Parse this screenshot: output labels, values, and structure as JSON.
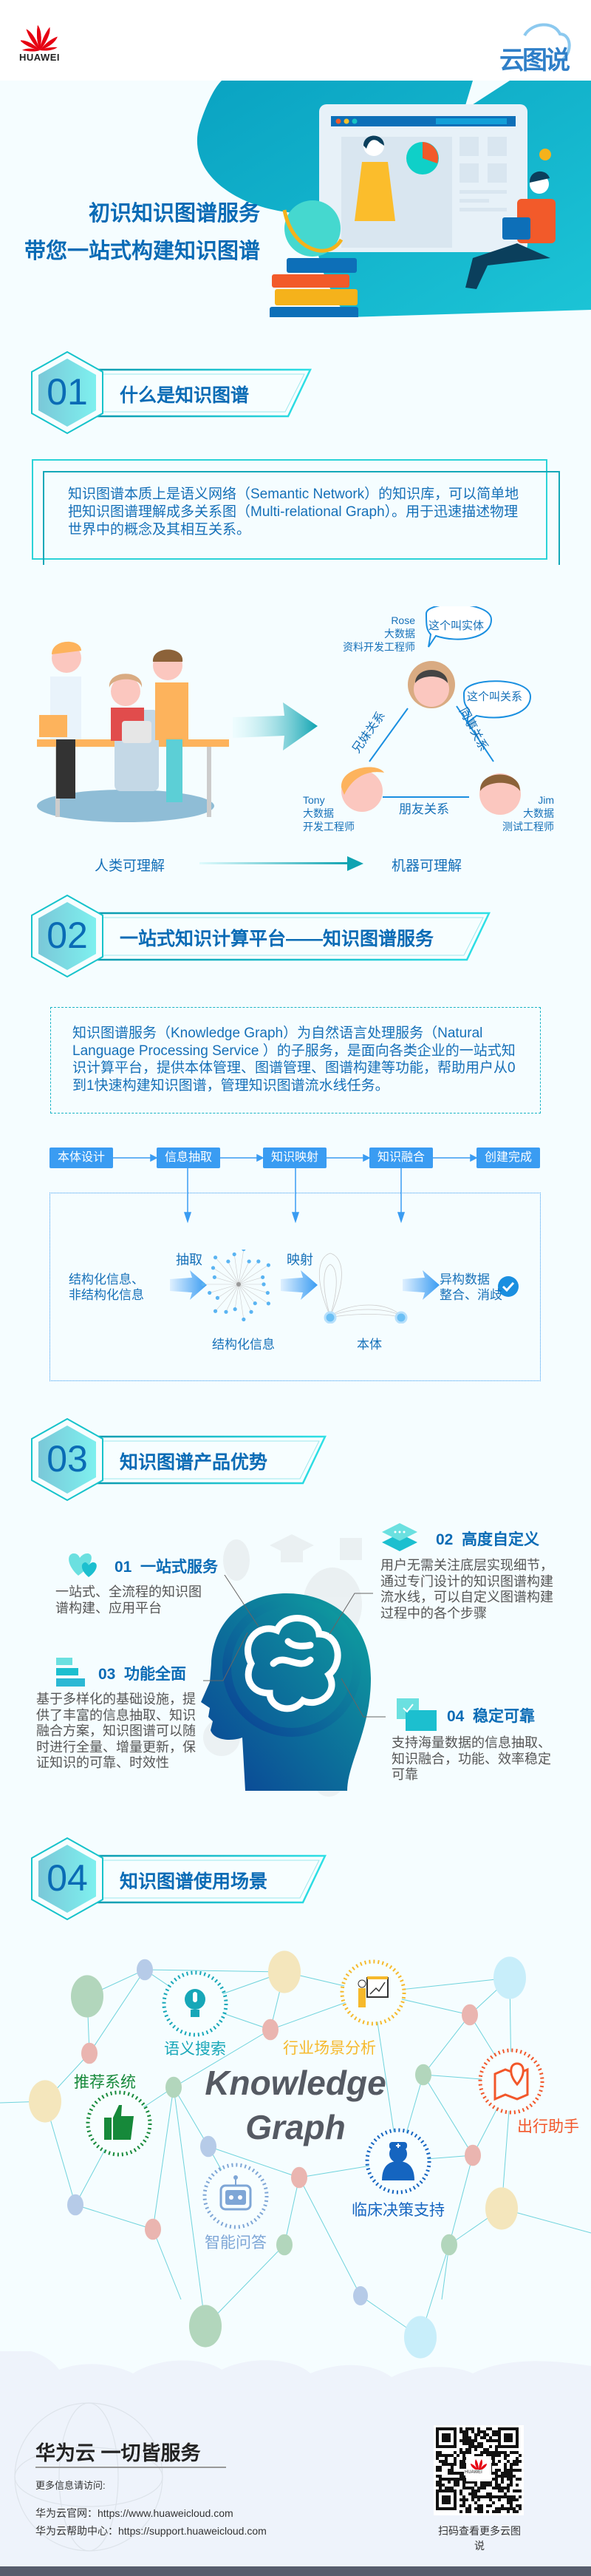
{
  "header": {
    "brand": "HUAWEI",
    "series_logo": "云图说"
  },
  "hero": {
    "title_line1": "初识知识图谱服务",
    "title_line2": "带您一站式构建知识图谱"
  },
  "sections": [
    {
      "number": "01",
      "title": "什么是知识图谱"
    },
    {
      "number": "02",
      "title": "一站式知识计算平台——知识图谱服务"
    },
    {
      "number": "03",
      "title": "知识图谱产品优势"
    },
    {
      "number": "04",
      "title": "知识图谱使用场景"
    }
  ],
  "what_is": {
    "description": "知识图谱本质上是语义网络（Semantic Network）的知识库，可以简单地把知识图谱理解成多关系图（Multi-relational Graph）。用于迅速描述物理世界中的概念及其相互关系。",
    "rose": {
      "name": "Rose",
      "line2": "大数据",
      "line3": "资料开发工程师"
    },
    "tony": {
      "name": "Tony",
      "line2": "大数据",
      "line3": "开发工程师"
    },
    "jim": {
      "name": "Jim",
      "line2": "大数据",
      "line3": "测试工程师"
    },
    "bubble_entity": "这个叫实体",
    "bubble_relation": "这个叫关系",
    "rel_siblings": "兄妹关系",
    "rel_colleagues": "同事关系",
    "rel_friends": "朋友关系",
    "human_label": "人类可理解",
    "machine_label": "机器可理解"
  },
  "platform": {
    "description": "知识图谱服务（Knowledge Graph）为自然语言处理服务（Natural Language Processing Service ）的子服务，是面向各类企业的一站式知识计算平台，提供本体管理、图谱管理、图谱构建等功能，帮助用户从0到1快速构建知识图谱，管理知识图谱流水线任务。",
    "steps": [
      "本体设计",
      "信息抽取",
      "知识映射",
      "知识融合",
      "创建完成"
    ],
    "source_line1": "结构化信息、",
    "source_line2": "非结构化信息",
    "extract_label": "抽取",
    "map_label": "映射",
    "structured_caption": "结构化信息",
    "ontology_caption": "本体",
    "result_line1": "异构数据",
    "result_line2": "整合、消歧",
    "accent": "#3a9cf2"
  },
  "advantages": [
    {
      "number": "01",
      "title": "一站式服务",
      "text": "一站式、全流程的知识图谱构建、应用平台",
      "icon": "hearts-icon"
    },
    {
      "number": "02",
      "title": "高度自定义",
      "text": "用户无需关注底层实现细节，通过专门设计的知识图谱构建流水线，可以自定义图谱构建过程中的各个步骤",
      "icon": "layers-icon"
    },
    {
      "number": "03",
      "title": "功能全面",
      "text": "基于多样化的基础设施，提供了丰富的信息抽取、知识融合方案，知识图谱可以随时进行全量、增量更新，保证知识的可靠、时效性",
      "icon": "blocks-icon"
    },
    {
      "number": "04",
      "title": "稳定可靠",
      "text": "支持海量数据的信息抽取、知识融合，功能、效率稳定可靠",
      "icon": "check-card-icon"
    }
  ],
  "scenarios": {
    "center_line1": "Knowledge",
    "center_line2": "Graph",
    "items": [
      {
        "label": "语义搜索",
        "icon": "microphone-bulb-icon",
        "color": "#17a7b8"
      },
      {
        "label": "行业场景分析",
        "icon": "presentation-icon",
        "color": "#f6b92b"
      },
      {
        "label": "推荐系统",
        "icon": "thumbs-up-icon",
        "color": "#16893a"
      },
      {
        "label": "出行助手",
        "icon": "map-pin-icon",
        "color": "#f2572a"
      },
      {
        "label": "临床决策支持",
        "icon": "doctor-icon",
        "color": "#1565c0"
      },
      {
        "label": "智能问答",
        "icon": "robot-icon",
        "color": "#7ea6d6"
      }
    ]
  },
  "footer": {
    "slogan": "华为云 一切皆服务",
    "more_info": "更多信息请访问:",
    "site_label": "华为云官网：https://www.huaweicloud.com",
    "help_label": "华为云帮助中心：https://support.huaweicloud.com",
    "qr_caption": "扫码查看更多云图说",
    "qr_brand": "HUAWEI"
  }
}
